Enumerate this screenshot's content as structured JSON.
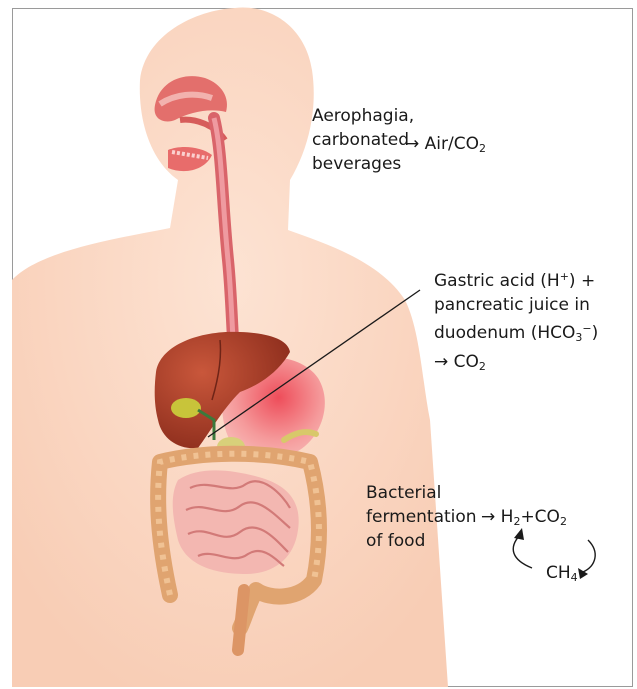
{
  "labels": {
    "aero": {
      "line1": "Aerophagia,",
      "line2": "carbonated",
      "line3": "beverages",
      "arrow": "→ Air/CO",
      "arrow_sub": "2"
    },
    "gastric": {
      "l1_a": "Gastric acid (H",
      "l1_sup": "+",
      "l1_b": ")  +",
      "l2": "pancreatic juice in",
      "l3_a": "duodenum (HCO",
      "l3_sub": "3",
      "l3_sup": "−",
      "l3_b": ")",
      "l4_a": "→ CO",
      "l4_sub": "2"
    },
    "bacterial": {
      "line1": "Bacterial",
      "line2": "fermentation",
      "line3": "of food",
      "arrow": "→ H",
      "h2_sub": "2",
      "plus_co": "+CO",
      "co2_sub": "2",
      "ch": "CH",
      "ch4_sub": "4"
    }
  },
  "colors": {
    "skin": "#fbd8c4",
    "skin_edge": "#f6c7ae",
    "liver": "#a8402a",
    "stomach": "#f2a0a0",
    "intestine": "#f0aaa8",
    "colon": "#e9b08a",
    "esophagus": "#e07f80"
  }
}
